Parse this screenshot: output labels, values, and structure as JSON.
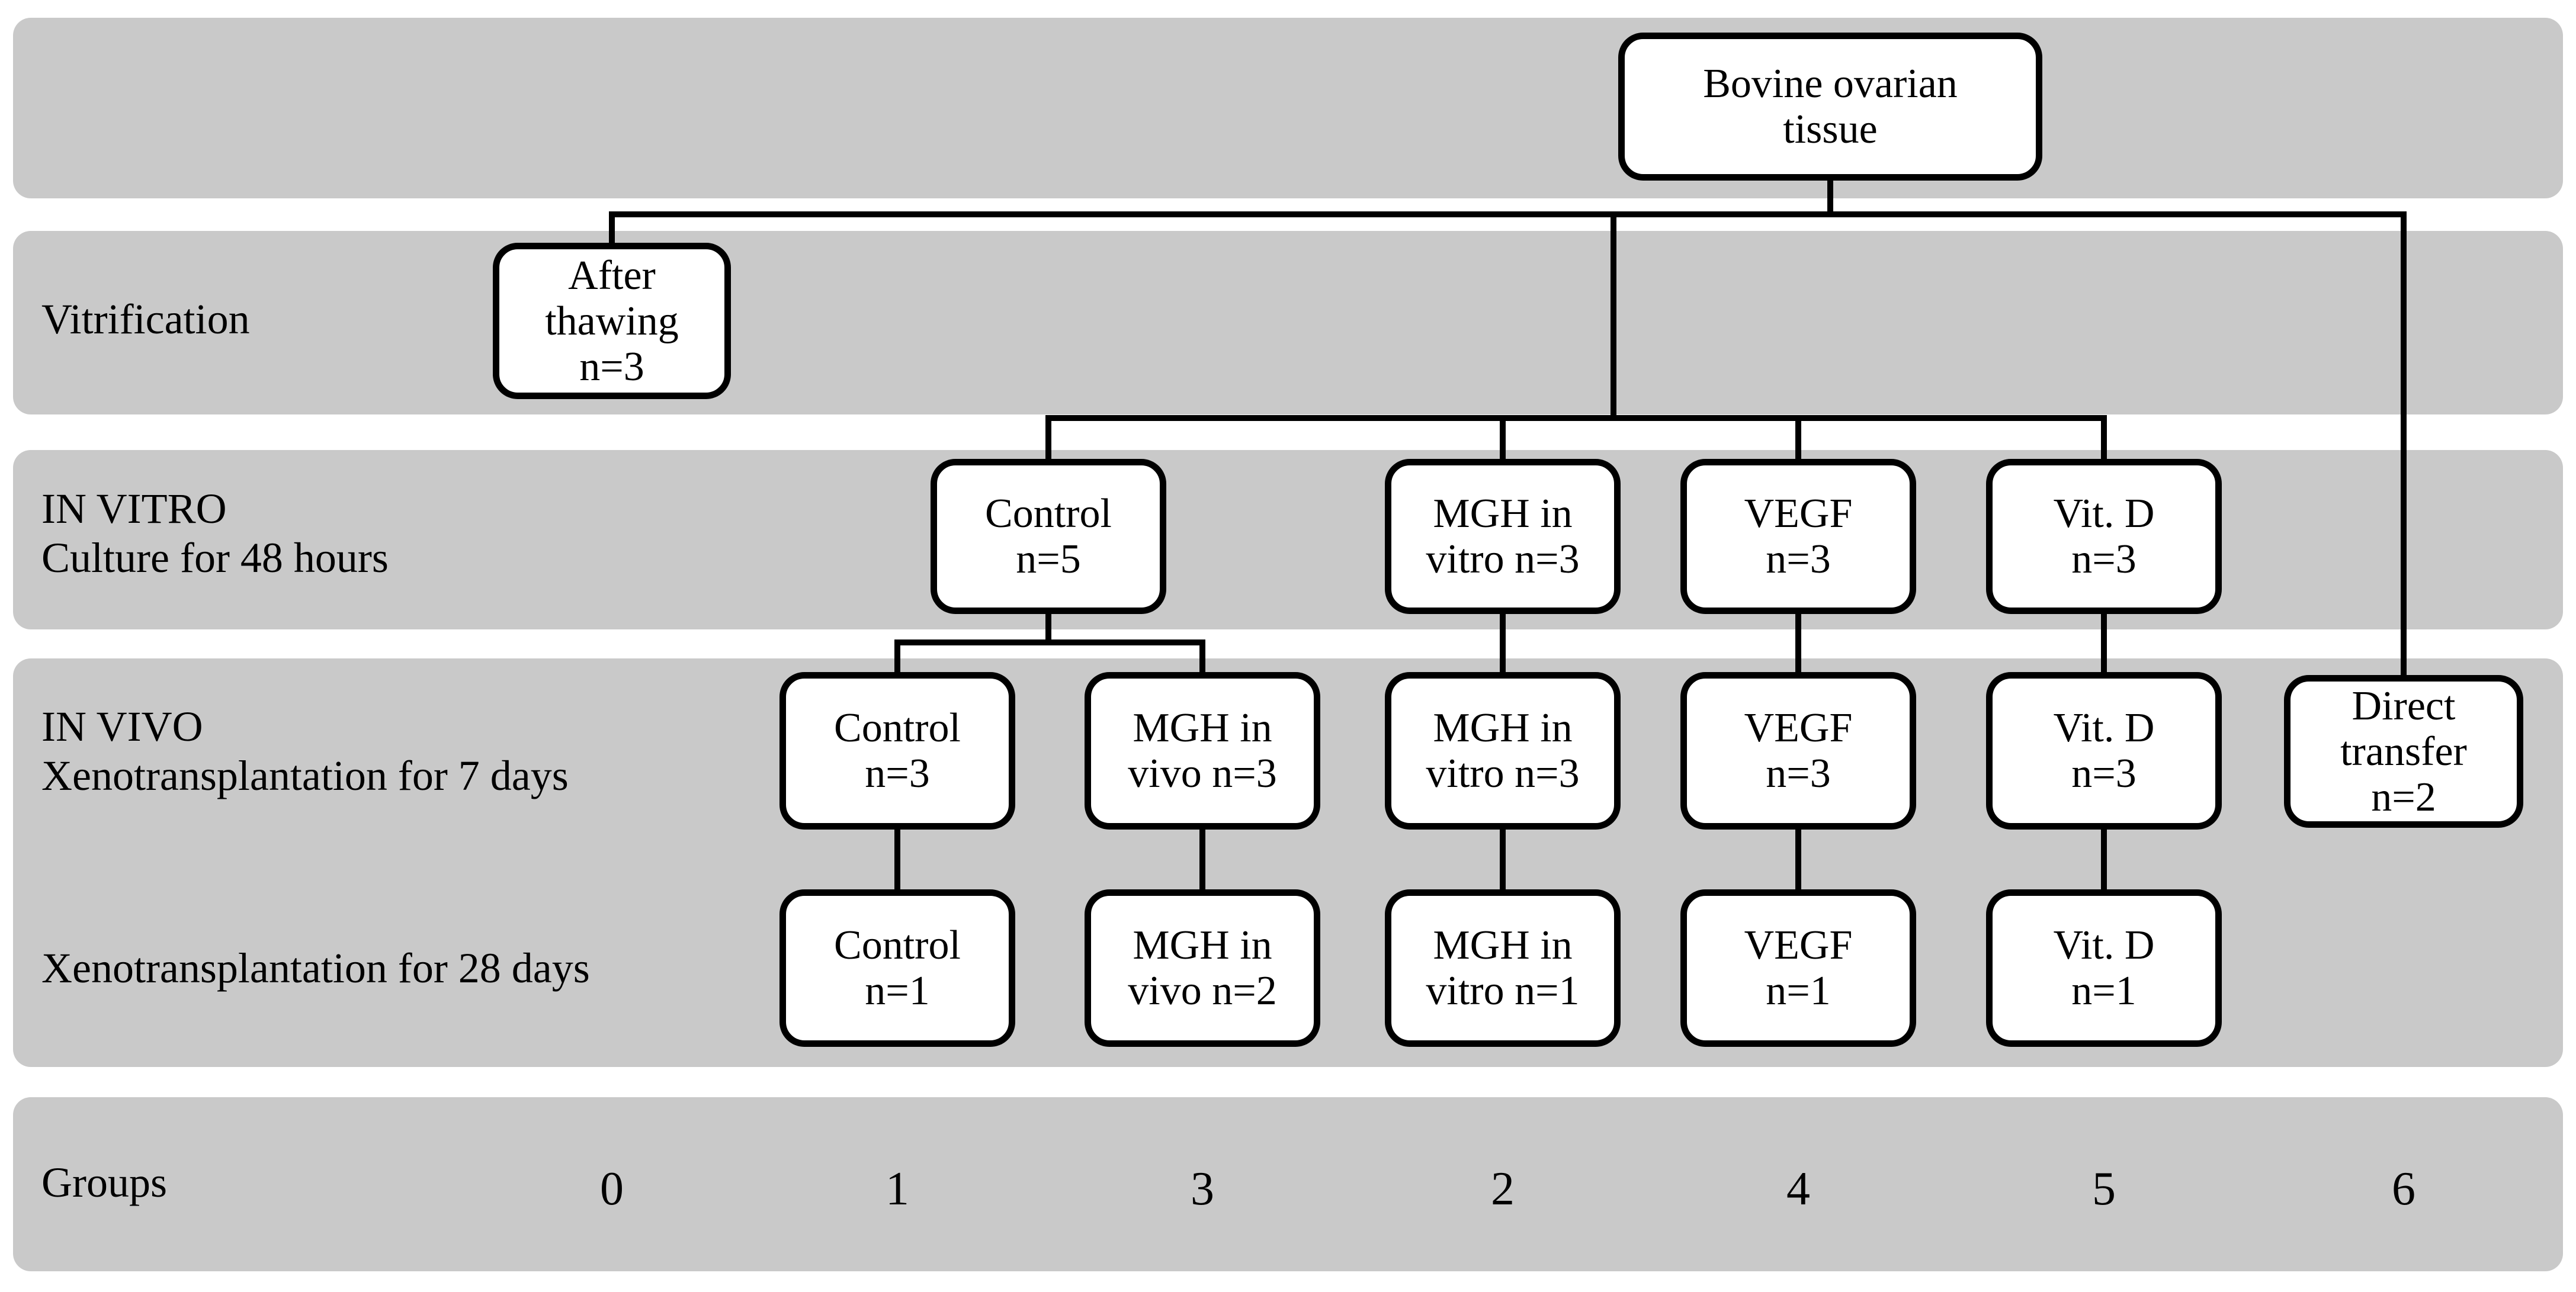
{
  "figure": {
    "type": "experimental-design-flowchart",
    "colors": {
      "band_gray": "#c9c9c9",
      "box_fill": "#ffffff",
      "box_border": "#000000",
      "line": "#000000",
      "text": "#000000",
      "page_background": "#ffffff"
    }
  },
  "rows": {
    "vitrification": {
      "label": "Vitrification"
    },
    "in_vitro": {
      "label": "IN VITRO\nCulture for 48 hours"
    },
    "in_vivo_7d": {
      "label": "IN VIVO\nXenotransplantation for 7 days"
    },
    "xeno_28d": {
      "label": "Xenotransplantation for 28 days"
    },
    "groups": {
      "label": "Groups"
    }
  },
  "nodes": {
    "root": "Bovine ovarian\ntissue",
    "after_thawing": "After\nthawing\nn=3",
    "in_vitro": [
      "Control\nn=5",
      "MGH in\nvitro n=3",
      "VEGF\nn=3",
      "Vit. D\nn=3"
    ],
    "xeno7": [
      "Control\nn=3",
      "MGH in\nvivo n=3",
      "MGH in\nvitro n=3",
      "VEGF\nn=3",
      "Vit. D\nn=3",
      "Direct\ntransfer\nn=2"
    ],
    "xeno28": [
      "Control\nn=1",
      "MGH in\nvivo n=2",
      "MGH in\nvitro n=1",
      "VEGF\nn=1",
      "Vit. D\nn=1"
    ]
  },
  "groups": {
    "values": [
      "0",
      "1",
      "3",
      "2",
      "4",
      "5",
      "6"
    ]
  }
}
